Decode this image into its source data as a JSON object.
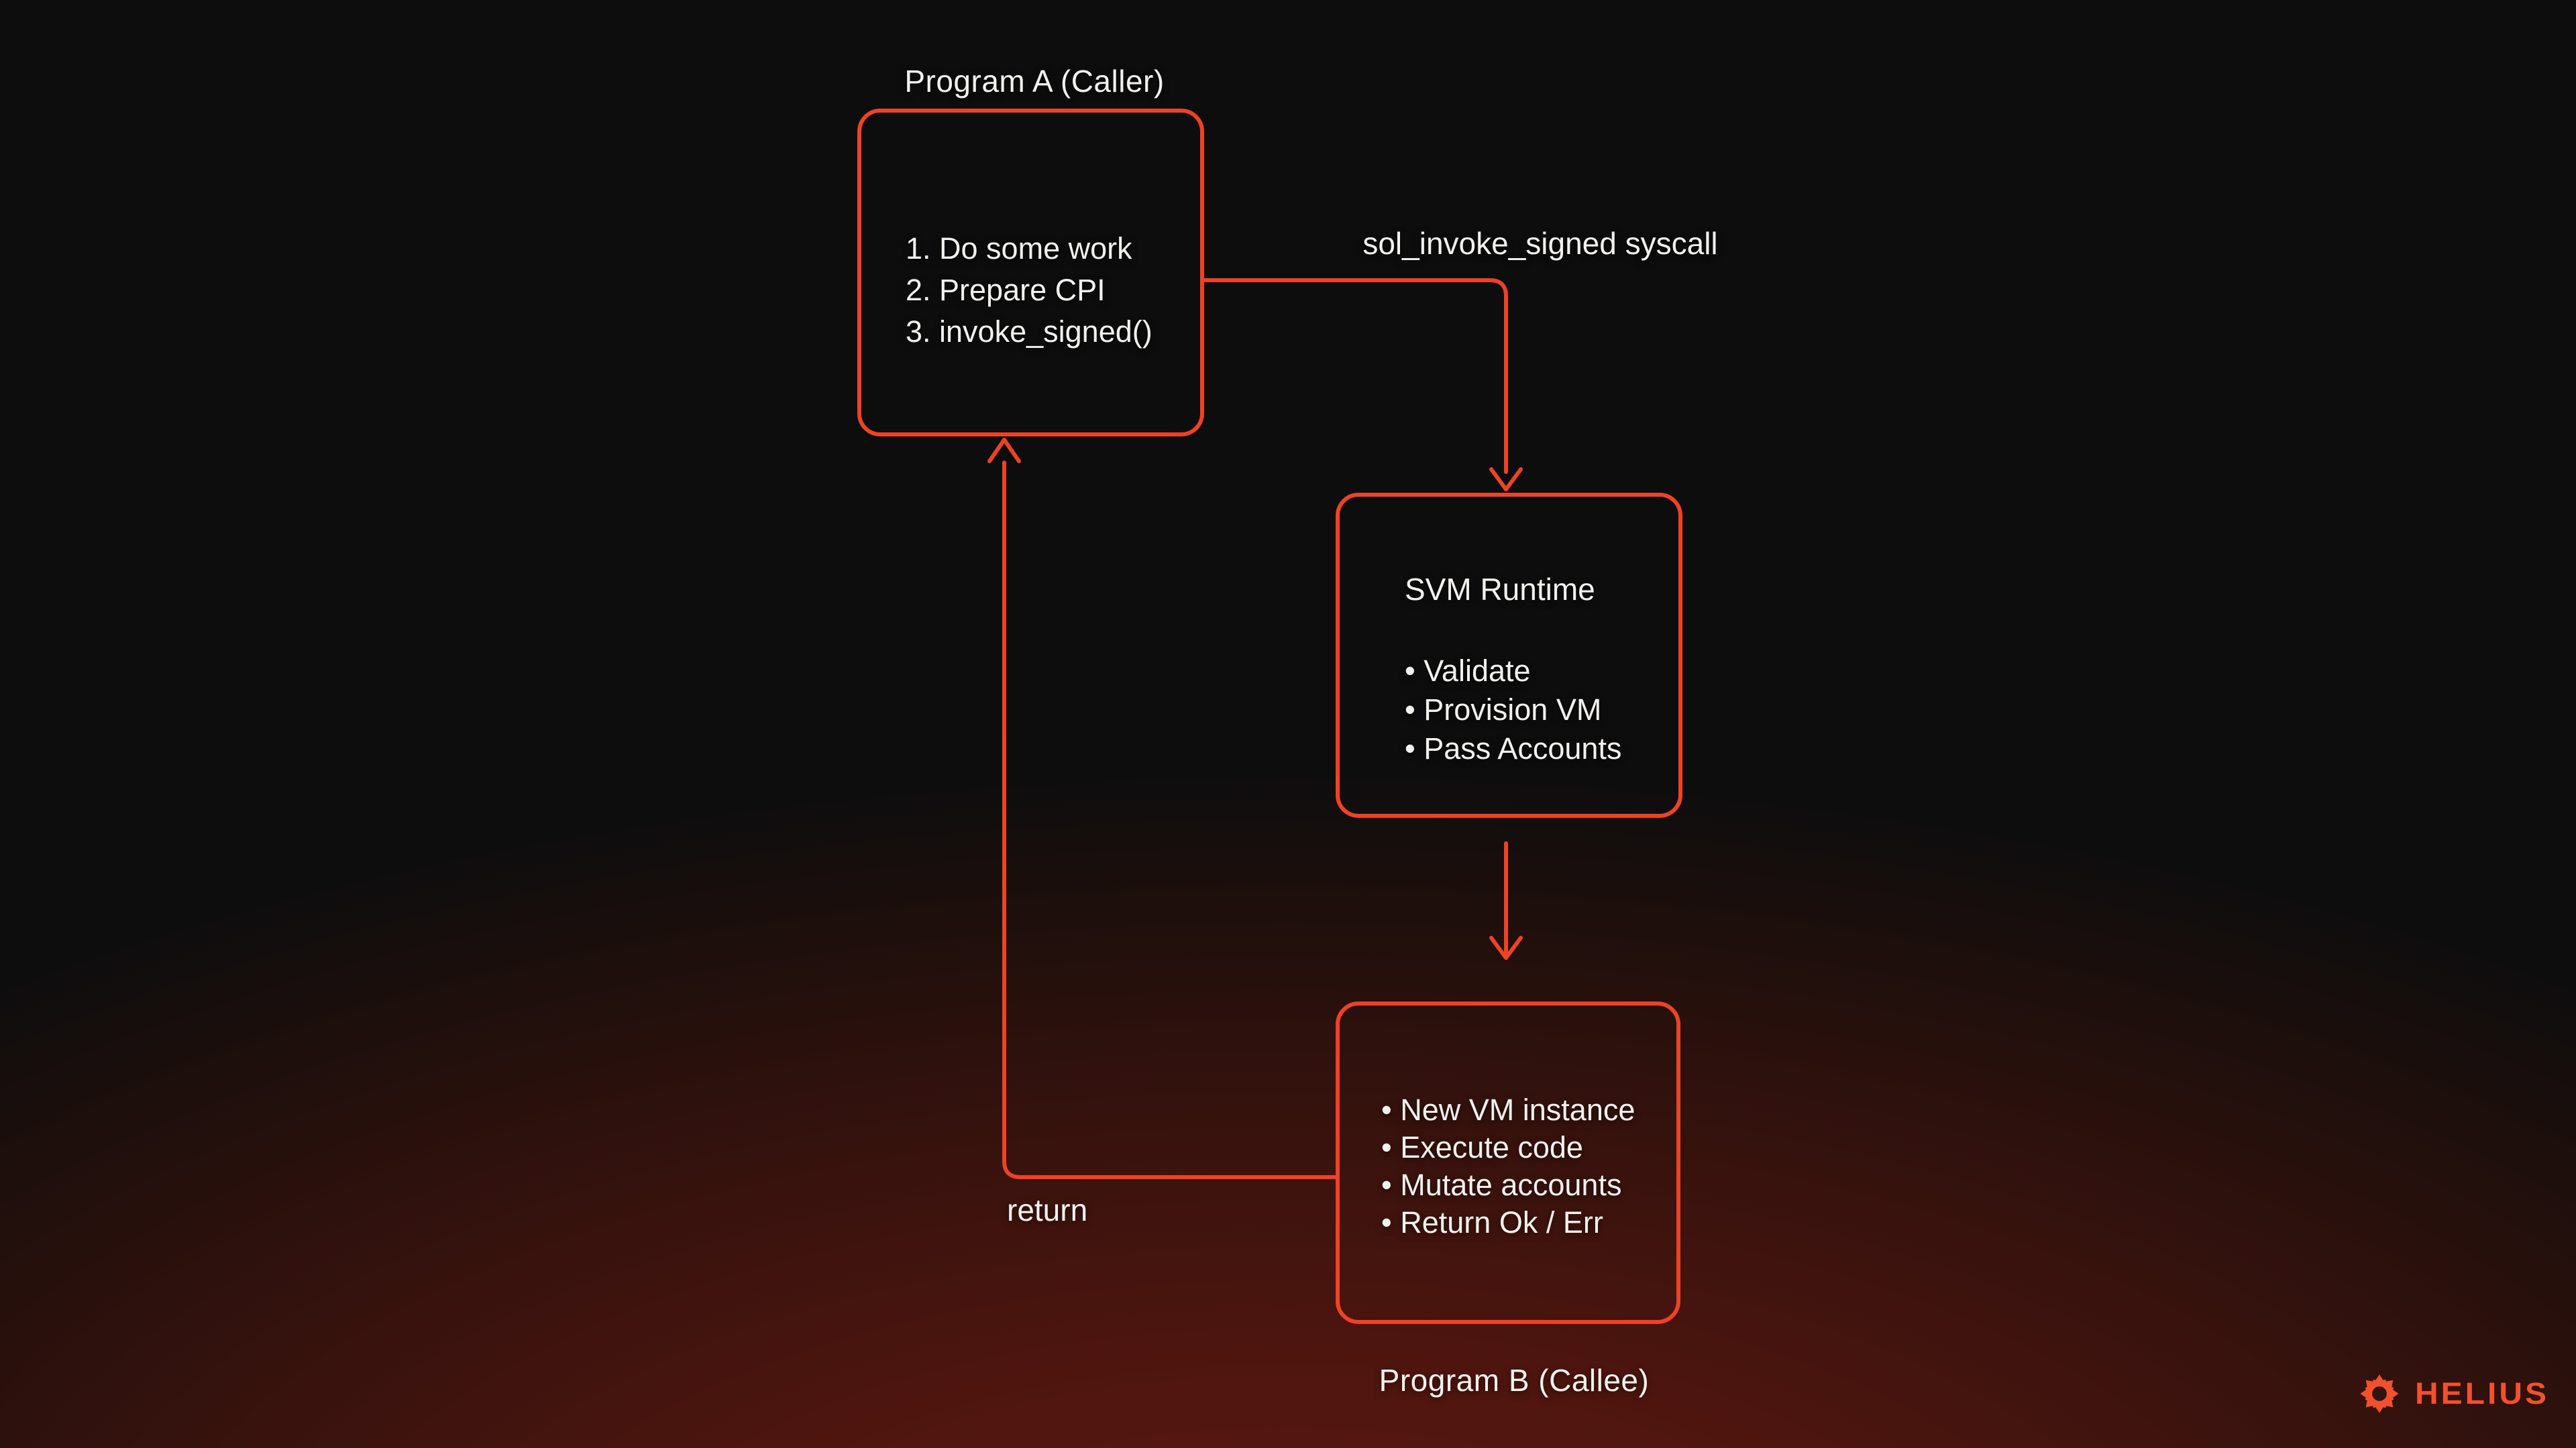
{
  "colors": {
    "accent": "#ee4226",
    "logo": "#f0512e",
    "ink": "#f3f1ee"
  },
  "diagram": {
    "program_a": {
      "title": "Program A (Caller)",
      "steps": [
        "1. Do some work",
        "2. Prepare CPI",
        "3. invoke_signed()"
      ]
    },
    "syscall_label": "sol_invoke_signed syscall",
    "svm_runtime": {
      "title": "SVM Runtime",
      "bullets": [
        "• Validate",
        "• Provision VM",
        "• Pass Accounts"
      ]
    },
    "program_b": {
      "label": "Program B (Callee)",
      "bullets": [
        "• New VM instance",
        "• Execute code",
        "• Mutate accounts",
        "• Return Ok / Err"
      ]
    },
    "return_label": "return"
  },
  "branding": {
    "logo_text": "HELIUS"
  }
}
